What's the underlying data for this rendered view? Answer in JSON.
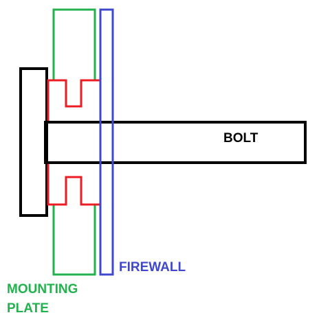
{
  "labels": {
    "bolt": "BOLT",
    "firewall": "FIREWALL",
    "mounting_plate_line1": "MOUNTING",
    "mounting_plate_line2": "PLATE"
  },
  "colors": {
    "bolt": "#000000",
    "mounting_plate": "#22b14c",
    "firewall": "#3f48cc",
    "spacer": "#ed1c24"
  }
}
